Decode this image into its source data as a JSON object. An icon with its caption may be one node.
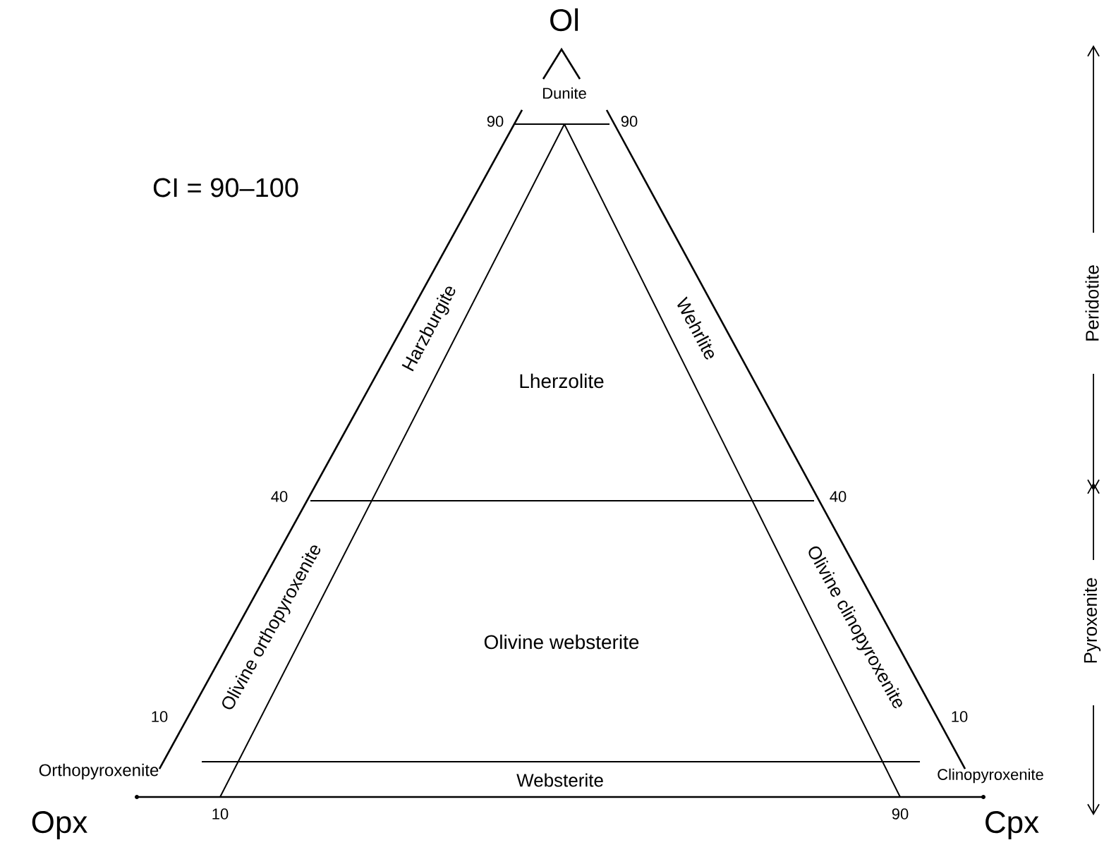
{
  "diagram": {
    "labels": [
      "Ol",
      "Dunite",
      "90",
      "90",
      "CI = 90–100",
      "Harzburgite",
      "Wehrlite",
      "Lherzolite",
      "Peridotite",
      "40",
      "40",
      "Olivine orthopyroxenite",
      "Olivine clinopyroxenite",
      "Olivine websterite",
      "Pyroxenite",
      "10",
      "10",
      "Orthopyroxenite",
      "Websterite",
      "Clinopyroxenite",
      "Opx",
      "10",
      "90",
      "Cpx"
    ]
  }
}
